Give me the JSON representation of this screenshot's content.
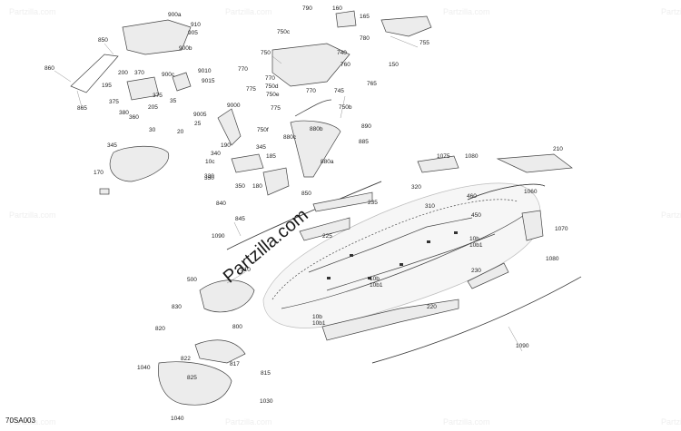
{
  "diagram_code": "70SA003",
  "watermark": {
    "brand": "Partzilla.com",
    "corner_text": "Partzilla.com"
  },
  "callouts": [
    "790",
    "160",
    "165",
    "900a",
    "910",
    "905",
    "850",
    "900b",
    "750c",
    "780",
    "755",
    "740",
    "750",
    "770",
    "770",
    "760",
    "150",
    "860",
    "900c",
    "9010",
    "9015",
    "200",
    "370",
    "195",
    "375",
    "375",
    "380",
    "360",
    "205",
    "35",
    "865",
    "750d",
    "750e",
    "765",
    "770",
    "745",
    "9000",
    "9005",
    "775",
    "25",
    "750b",
    "890",
    "775",
    "750f",
    "880b",
    "880c",
    "885",
    "30",
    "20",
    "190",
    "340",
    "345",
    "880a",
    "185",
    "345",
    "10c",
    "350",
    "330",
    "350",
    "180",
    "170",
    "850",
    "1075",
    "1080",
    "210",
    "320",
    "460",
    "310",
    "450",
    "1060",
    "840",
    "845",
    "235",
    "1090",
    "225",
    "10h",
    "10b1",
    "1070",
    "1080",
    "500",
    "510",
    "10b",
    "10b1",
    "230",
    "830",
    "220",
    "820",
    "800",
    "10b",
    "10b1",
    "1090",
    "822",
    "817",
    "1040",
    "815",
    "825",
    "1030",
    "1040"
  ]
}
